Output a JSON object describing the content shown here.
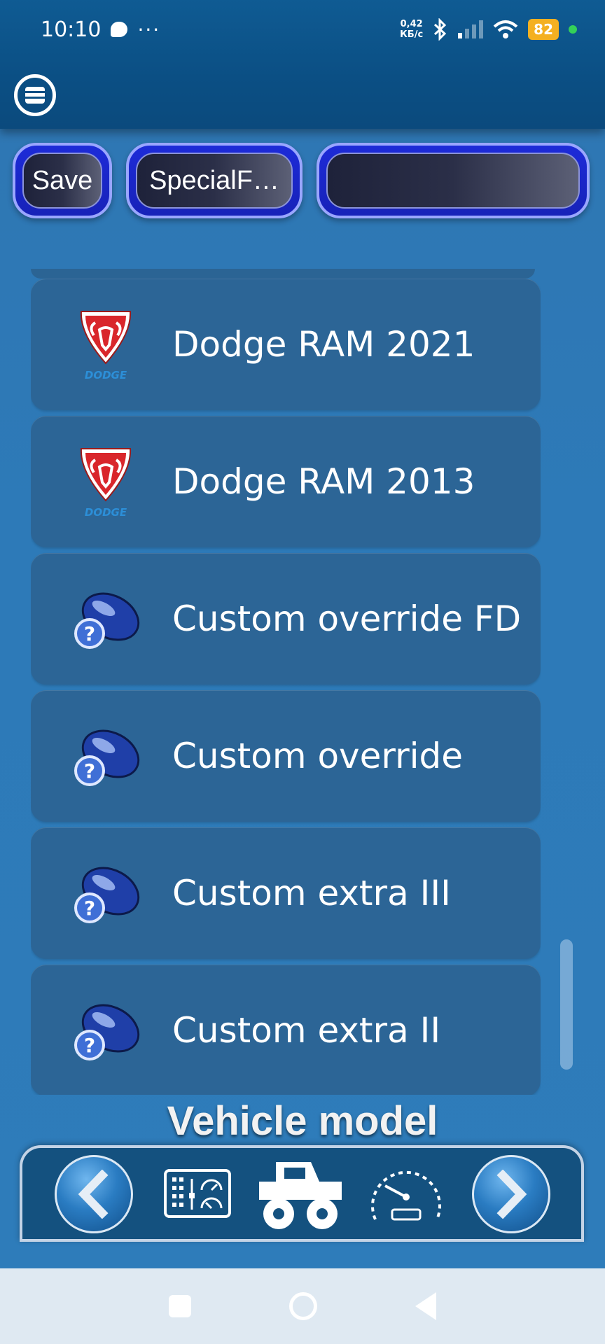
{
  "status_bar": {
    "time": "10:10",
    "net_speed_value": "0,42",
    "net_speed_unit": "КБ/с",
    "battery": "82"
  },
  "toolbar": {
    "save_label": "Save",
    "special_label": "SpecialF…",
    "blank_label": ""
  },
  "list": {
    "items": [
      {
        "label": "Dodge RAM 2021",
        "icon": "dodge-logo-icon"
      },
      {
        "label": "Dodge RAM 2013",
        "icon": "dodge-logo-icon"
      },
      {
        "label": "Custom override FD",
        "icon": "mouse-help-icon"
      },
      {
        "label": "Custom override",
        "icon": "mouse-help-icon"
      },
      {
        "label": "Custom extra III",
        "icon": "mouse-help-icon"
      },
      {
        "label": "Custom extra II",
        "icon": "mouse-help-icon"
      }
    ]
  },
  "footer": {
    "title": "Vehicle model"
  },
  "colors": {
    "accent": "#1d2bd8",
    "header": "#0b4f84",
    "item_bg": "#2c6596"
  }
}
